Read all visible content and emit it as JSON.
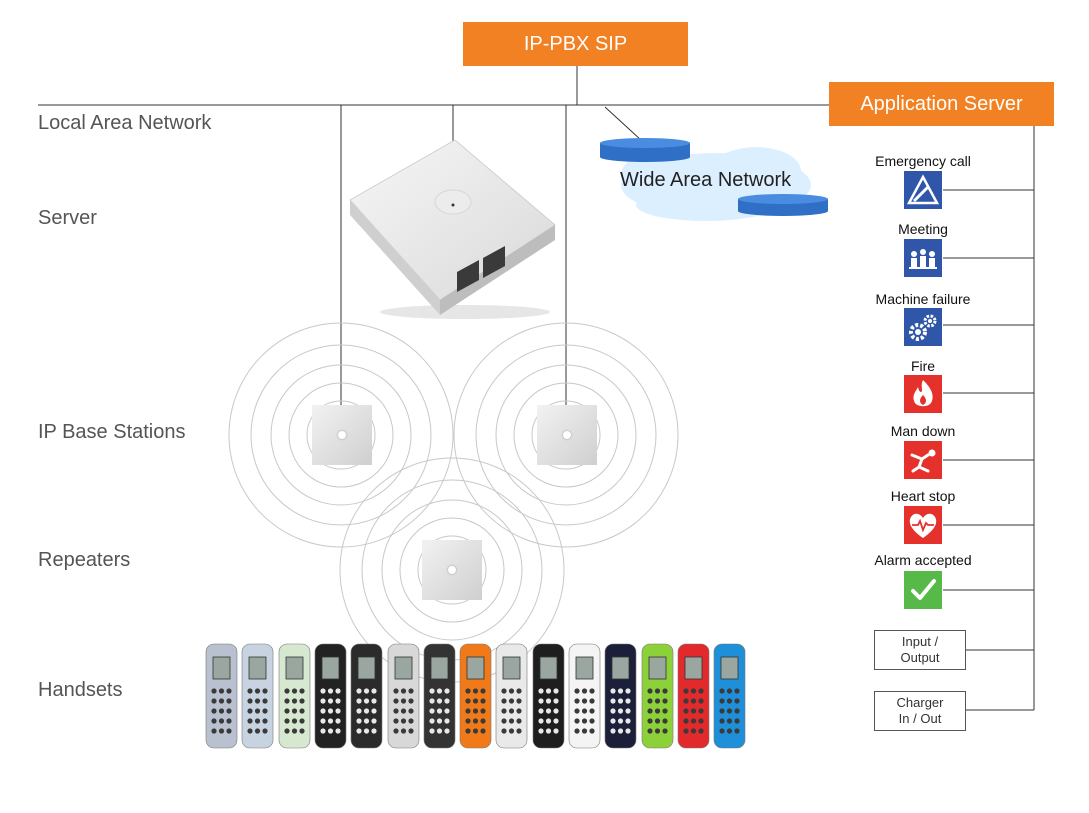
{
  "top_box": {
    "label": "IP-PBX SIP"
  },
  "app_server": {
    "label": "Application Server"
  },
  "wan": {
    "label": "Wide Area Network"
  },
  "rows": {
    "lan": "Local Area Network",
    "server": "Server",
    "base": "IP Base Stations",
    "repeaters": "Repeaters",
    "handsets": "Handsets"
  },
  "alarms": [
    {
      "label": "Emergency call",
      "icon": "emergency-call-icon",
      "color": "#2f56a8"
    },
    {
      "label": "Meeting",
      "icon": "meeting-icon",
      "color": "#2f56a8"
    },
    {
      "label": "Machine failure",
      "icon": "machine-failure-icon",
      "color": "#2f56a8"
    },
    {
      "label": "Fire",
      "icon": "fire-icon",
      "color": "#e5312c"
    },
    {
      "label": "Man down",
      "icon": "man-down-icon",
      "color": "#e5312c"
    },
    {
      "label": "Heart stop",
      "icon": "heart-stop-icon",
      "color": "#e5312c"
    },
    {
      "label": "Alarm accepted",
      "icon": "alarm-accepted-icon",
      "color": "#57b947"
    }
  ],
  "io": [
    {
      "line1": "Input /",
      "line2": "Output"
    },
    {
      "line1": "Charger",
      "line2": "In / Out"
    }
  ],
  "colors": {
    "accent": "#f28123",
    "blue": "#2f56a8",
    "red": "#e5312c",
    "green": "#57b947"
  },
  "handsets": [
    {
      "body": "#b9c0cf",
      "icon": "handset-icon"
    },
    {
      "body": "#c8d3e2",
      "icon": "handset-icon"
    },
    {
      "body": "#d6e8cf",
      "icon": "handset-icon"
    },
    {
      "body": "#222222",
      "icon": "handset-icon"
    },
    {
      "body": "#2b2b2b",
      "icon": "handset-icon"
    },
    {
      "body": "#d8d8d8",
      "icon": "handset-icon"
    },
    {
      "body": "#333333",
      "icon": "handset-icon"
    },
    {
      "body": "#f07a1a",
      "icon": "handset-icon"
    },
    {
      "body": "#e9e9e9",
      "icon": "handset-icon"
    },
    {
      "body": "#1e1e1e",
      "icon": "handset-icon"
    },
    {
      "body": "#f4f4f4",
      "icon": "handset-icon"
    },
    {
      "body": "#1c1f3a",
      "icon": "handset-icon"
    },
    {
      "body": "#8cd13a",
      "icon": "handset-icon"
    },
    {
      "body": "#e2292c",
      "icon": "handset-icon"
    },
    {
      "body": "#1e8fd8",
      "icon": "handset-icon"
    }
  ]
}
